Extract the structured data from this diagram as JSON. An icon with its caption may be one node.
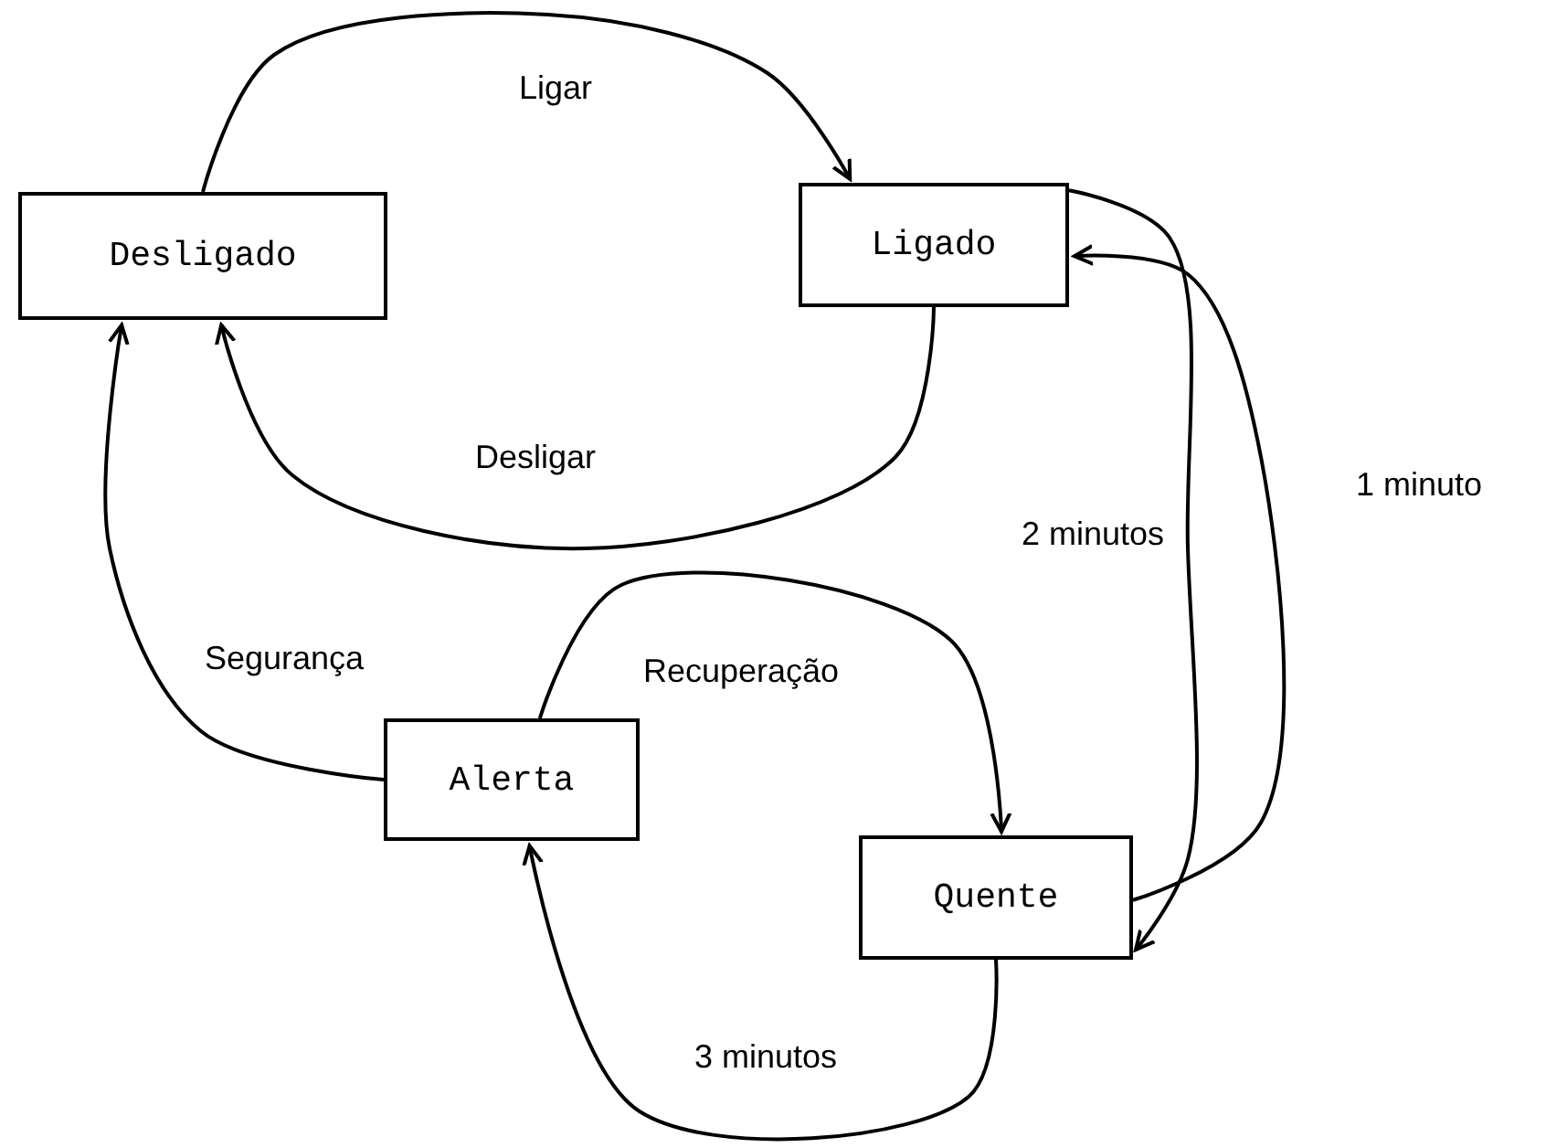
{
  "diagram": {
    "nodes": [
      {
        "text": [
          "Desligado"
        ]
      },
      {
        "text": [
          "Ligado"
        ]
      },
      {
        "text": [
          "Alerta"
        ]
      },
      {
        "text": [
          "Quente"
        ]
      }
    ],
    "edges": [
      {
        "from": 0,
        "to": 1,
        "arrow": "to",
        "label": "Ligar"
      },
      {
        "from": 1,
        "to": 0,
        "arrow": "to",
        "label": "Desligar"
      },
      {
        "from": 1,
        "to": 3,
        "arrow": "to",
        "label": "2 minutos"
      },
      {
        "from": 3,
        "to": 1,
        "arrow": "to",
        "label": "1 minuto"
      },
      {
        "from": 2,
        "to": 0,
        "arrow": "to",
        "label": "Segurança"
      },
      {
        "from": 2,
        "to": 3,
        "arrow": "to",
        "label": "Recuperação"
      },
      {
        "from": 3,
        "to": 2,
        "arrow": "to",
        "label": "3 minutos"
      }
    ]
  }
}
